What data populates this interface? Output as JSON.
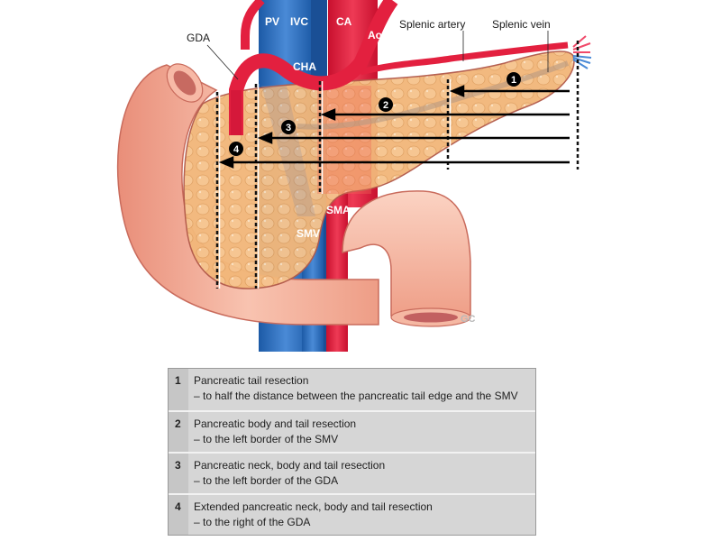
{
  "figure": {
    "labels": {
      "gda": "GDA",
      "pv": "PV",
      "ivc": "IVC",
      "ca": "CA",
      "ao": "Ao",
      "cha": "CHA",
      "splenic_artery": "Splenic artery",
      "splenic_vein": "Splenic vein",
      "sma": "SMA",
      "smv": "SMV",
      "gc": "GC"
    },
    "markers": [
      "1",
      "2",
      "3",
      "4"
    ],
    "colors": {
      "artery": "#e3203f",
      "vein": "#2a6bb8",
      "pancreas": "#f2b77a",
      "duodenum": "#f0a48c",
      "arrow": "#000000"
    }
  },
  "legend": {
    "rows": [
      {
        "num": "1",
        "title": "Pancreatic tail resection",
        "detail": "– to half the distance between the pancreatic tail edge and the SMV"
      },
      {
        "num": "2",
        "title": "Pancreatic body and tail resection",
        "detail": "– to the left border of the SMV"
      },
      {
        "num": "3",
        "title": "Pancreatic neck, body and tail resection",
        "detail": "– to the left border of the GDA"
      },
      {
        "num": "4",
        "title": "Extended pancreatic neck, body and tail resection",
        "detail": "– to the right of the GDA"
      }
    ]
  }
}
